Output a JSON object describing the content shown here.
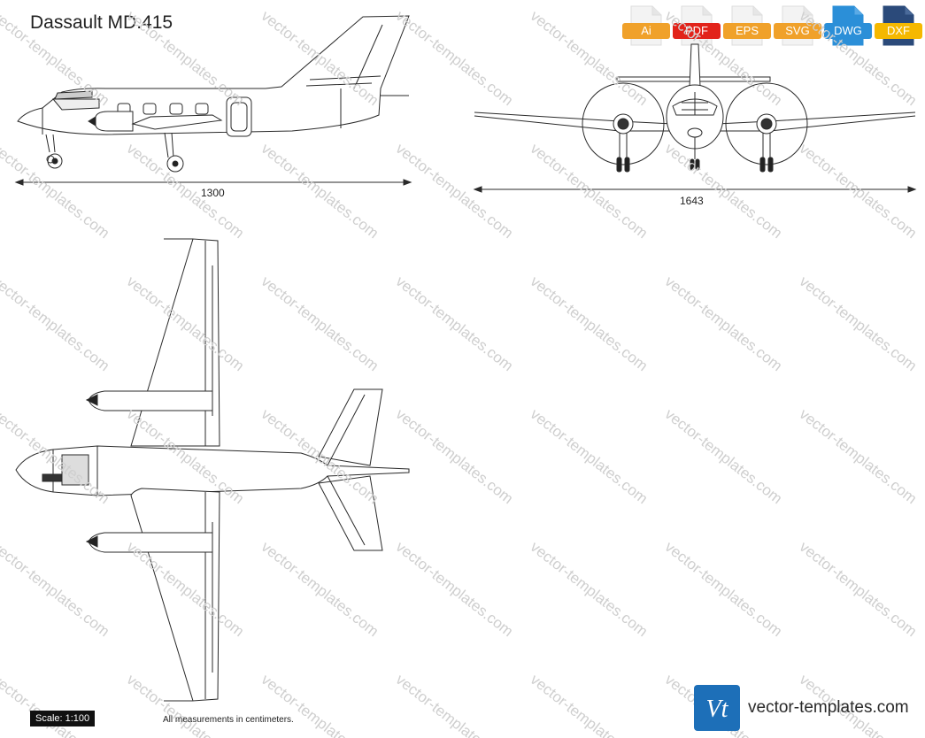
{
  "title": "Dassault MD.415",
  "formats": [
    {
      "label": "Ai",
      "color": "#f0a12a"
    },
    {
      "label": "PDF",
      "color": "#e2231a"
    },
    {
      "label": "EPS",
      "color": "#f0a12a"
    },
    {
      "label": "SVG",
      "color": "#f0a12a"
    },
    {
      "label": "DWG",
      "color": "#2b8fd8"
    },
    {
      "label": "DXF",
      "color": "#f5b800"
    }
  ],
  "dimensions": {
    "side_length": "1300",
    "front_span": "1643"
  },
  "scale": "Scale: 1:100",
  "note": "All measurements in centimeters.",
  "brand": {
    "name": "vector-templates.com",
    "logo_letters": "Vt",
    "color": "#1d6fb8"
  },
  "watermark": "vector-templates.com"
}
